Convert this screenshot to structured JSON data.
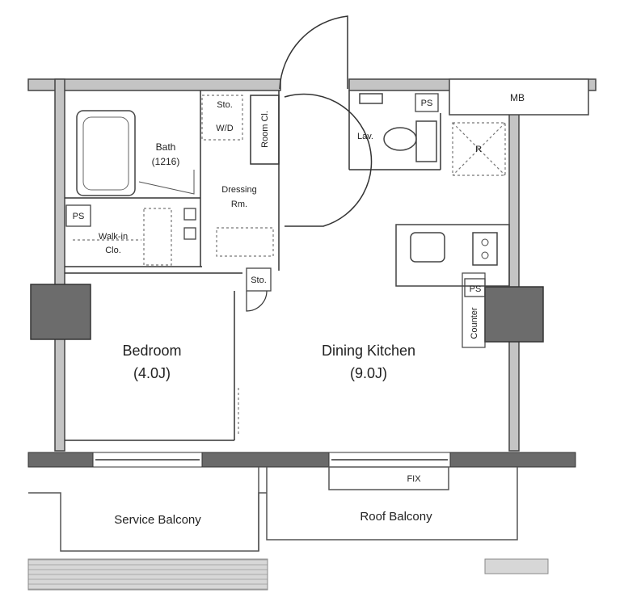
{
  "rooms": {
    "bedroom": {
      "name": "Bedroom",
      "size": "(4.0J)"
    },
    "dining_kitchen": {
      "name": "Dining Kitchen",
      "size": "(9.0J)"
    },
    "bath": {
      "name": "Bath",
      "size": "(1216)"
    },
    "dressing": {
      "line1": "Dressing",
      "line2": "Rm."
    },
    "walkin": {
      "line1": "Walk-in",
      "line2": "Clo."
    },
    "lav": "Lav.",
    "mb": "MB",
    "r": "R",
    "wd": "W/D",
    "sto_top": "Sto.",
    "sto_mid": "Sto.",
    "room_cl": "Room Cl.",
    "ps_left": "PS",
    "ps_lav": "PS",
    "ps_kitchen": "PS",
    "counter": "Counter",
    "fix": "FIX",
    "service_balcony": "Service Balcony",
    "roof_balcony": "Roof Balcony"
  },
  "colors": {
    "wall": "#c4c4c4",
    "wall_dark": "#6a6a6a",
    "column": "#6c6c6c",
    "line": "#333333",
    "dash": "#777777",
    "hatch": "#bdbdbd"
  }
}
